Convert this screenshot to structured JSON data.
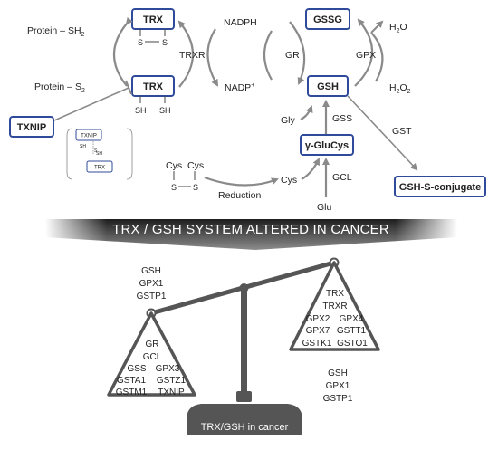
{
  "top": {
    "trx_top": "TRX",
    "trx_bottom": "TRX",
    "trx_top_s1": "S",
    "trx_top_s2": "S",
    "trx_bottom_sh1": "SH",
    "trx_bottom_sh2": "SH",
    "protein_sh2": "Protein – SH",
    "protein_sh2_sub": "2",
    "protein_s2": "Protein – S",
    "protein_s2_sub": "2",
    "trxr": "TRXR",
    "nadph": "NADPH",
    "nadp": "NADP",
    "nadp_sup": "+",
    "gr": "GR",
    "gssg": "GSSG",
    "gsh": "GSH",
    "gpx": "GPX",
    "h2o": "H",
    "h2o_sub": "2",
    "h2o_tail": "O",
    "h2o2": "H",
    "h2o2_sub1": "2",
    "h2o2_mid": "O",
    "h2o2_sub2": "2",
    "txnip": "TXNIP",
    "inset_txnip": "TXNIP",
    "inset_sh1": "SH",
    "inset_sh2": "SH",
    "inset_trx": "TRX",
    "inset_s": "S",
    "gly": "Gly",
    "gss": "GSS",
    "gluCys": "γ-GluCys",
    "gst": "GST",
    "gsh_conjugate": "GSH-S-conjugate",
    "cys_left": "Cys",
    "cys_right": "Cys",
    "cys_s1": "S",
    "cys_s2": "S",
    "reduction": "Reduction",
    "cys_product": "Cys",
    "gcl": "GCL",
    "glu": "Glu"
  },
  "banner": {
    "title": "TRX / GSH SYSTEM ALTERED IN CANCER"
  },
  "balance": {
    "left_above": [
      "GSH",
      "GPX1",
      "GSTP1"
    ],
    "left_tri_single": [
      "GR",
      "GCL"
    ],
    "left_tri_pairs": [
      [
        "GSS",
        "GPX3"
      ],
      [
        "GSTA1",
        "GSTZ1"
      ],
      [
        "GSTM1",
        "TXNIP"
      ]
    ],
    "right_tri_single": [
      "TRX",
      "TRXR"
    ],
    "right_tri_pairs": [
      [
        "GPX2",
        "GPX4"
      ],
      [
        "GPX7",
        "GSTT1"
      ],
      [
        "GSTK1",
        "GSTO1"
      ]
    ],
    "right_below": [
      "GSH",
      "GPX1",
      "GSTP1"
    ],
    "base_label": "TRX/GSH in cancer"
  },
  "colors": {
    "box_border": "#2f4a9a",
    "arrow": "#8a8a8a",
    "scale": "#555555"
  }
}
